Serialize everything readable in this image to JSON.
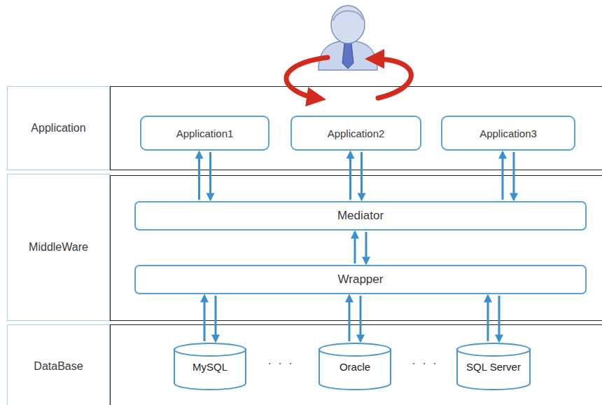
{
  "diagram": {
    "nodes": [
      {
        "text": [
          "Application"
        ]
      },
      {
        "text": [
          "Application1"
        ]
      },
      {
        "text": [
          "Application2"
        ]
      },
      {
        "text": [
          "Application3"
        ]
      },
      {
        "text": [
          "MiddleWare"
        ]
      },
      {
        "text": [
          "Mediator"
        ]
      },
      {
        "text": [
          "Wrapper"
        ]
      },
      {
        "text": [
          "DataBase"
        ]
      },
      {
        "text": [
          "MySQL"
        ]
      },
      {
        "text": [
          "Oracle"
        ]
      },
      {
        "text": [
          "SQL Server"
        ]
      }
    ],
    "edges": [
      {
        "from": 1,
        "to": 5,
        "arrow": "both"
      },
      {
        "from": 2,
        "to": 5,
        "arrow": "both"
      },
      {
        "from": 3,
        "to": 5,
        "arrow": "both"
      },
      {
        "from": 5,
        "to": 6,
        "arrow": "both"
      },
      {
        "from": 6,
        "to": 8,
        "arrow": "both"
      },
      {
        "from": 6,
        "to": 9,
        "arrow": "both"
      },
      {
        "from": 6,
        "to": 10,
        "arrow": "both"
      }
    ],
    "labels": [
      "· · ·",
      "· · ·"
    ]
  }
}
